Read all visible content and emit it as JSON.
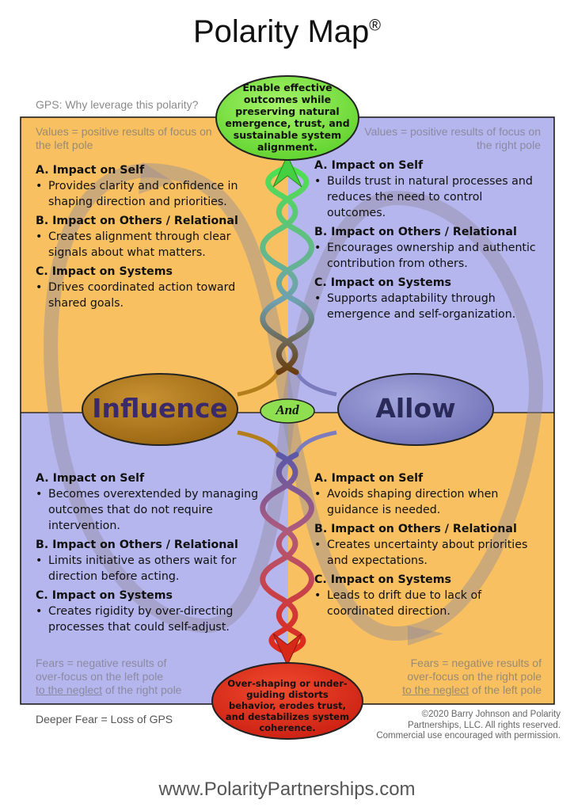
{
  "title": "Polarity Map",
  "title_mark": "®",
  "gps_label": "GPS: Why leverage this polarity?",
  "top_oval_text": "Enable effective outcomes while preserving natural emergence, trust, and sustainable system alignment.",
  "bottom_oval_text": "Over-shaping or under-guiding distorts behavior, erodes trust, and destabilizes system coherence.",
  "left_pole": "Influence",
  "right_pole": "Allow",
  "and_label": "And",
  "values_left": "Values = positive results of focus on the left pole",
  "values_right": "Values = positive results of focus on the right pole",
  "fears_left": {
    "line1": "Fears = negative results of",
    "line2": "over-focus on the left pole",
    "line3": "to the neglect",
    "line3_rest": " of the right pole"
  },
  "fears_right": {
    "line1": "Fears = negative results of",
    "line2": "over-focus on the right pole",
    "line3": "to the neglect",
    "line3_rest": " of the left pole"
  },
  "deeper_fear": "Deeper Fear = Loss of GPS",
  "copyright": {
    "line1": "©2020 Barry Johnson and Polarity",
    "line2": "Partnerships, LLC. All rights reserved.",
    "line3": "Commercial use encouraged with permission."
  },
  "footer_url": "www.PolarityPartnerships.com",
  "upper_left": {
    "a_head": "A. Impact on Self",
    "a_text": "Provides clarity and confidence in shaping direction and priorities.",
    "b_head": "B. Impact on Others / Relational",
    "b_text": "Creates alignment through clear signals about what matters.",
    "c_head": "C. Impact on Systems",
    "c_text": "Drives coordinated action toward shared goals."
  },
  "upper_right": {
    "a_head": "A. Impact on Self",
    "a_text": "Builds trust in natural processes and reduces the need to control outcomes.",
    "b_head": "B. Impact on Others / Relational",
    "b_text": "Encourages ownership and authentic contribution from others.",
    "c_head": "C. Impact on Systems",
    "c_text": "Supports adaptability through emergence and self-organization."
  },
  "lower_left": {
    "a_head": "A. Impact on Self",
    "a_text": "Becomes overextended by managing outcomes that do not require intervention.",
    "b_head": "B. Impact on Others / Relational",
    "b_text": "Limits initiative as others wait for direction before acting.",
    "c_head": "C. Impact on Systems",
    "c_text": "Creates rigidity by over-directing processes that could self-adjust."
  },
  "lower_right": {
    "a_head": "A. Impact on Self",
    "a_text": "Avoids shaping direction when guidance is needed.",
    "b_head": "B. Impact on Others / Relational",
    "b_text": "Creates uncertainty about priorities and expectations.",
    "c_head": "C. Impact on Systems",
    "c_text": "Leads to drift due to lack of coordinated direction."
  },
  "colors": {
    "orange": "#f8c060",
    "lavender": "#b6b6ee",
    "influence_oval": "#b47e1c",
    "allow_oval": "#8a8ccc",
    "top_oval": "#7ee840",
    "bottom_oval": "#e8291c"
  }
}
